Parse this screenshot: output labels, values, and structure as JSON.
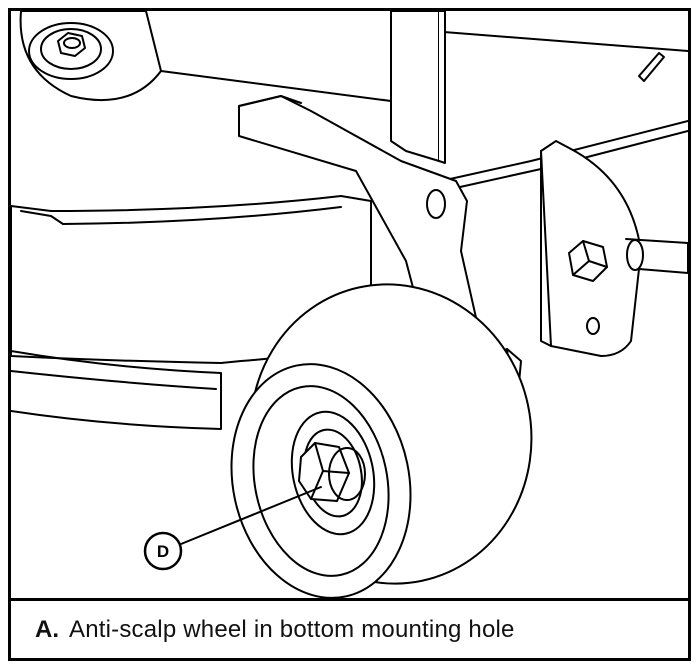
{
  "callout": {
    "label": "D"
  },
  "caption": {
    "letter": "A.",
    "text": "Anti-scalp wheel in bottom mounting hole"
  }
}
